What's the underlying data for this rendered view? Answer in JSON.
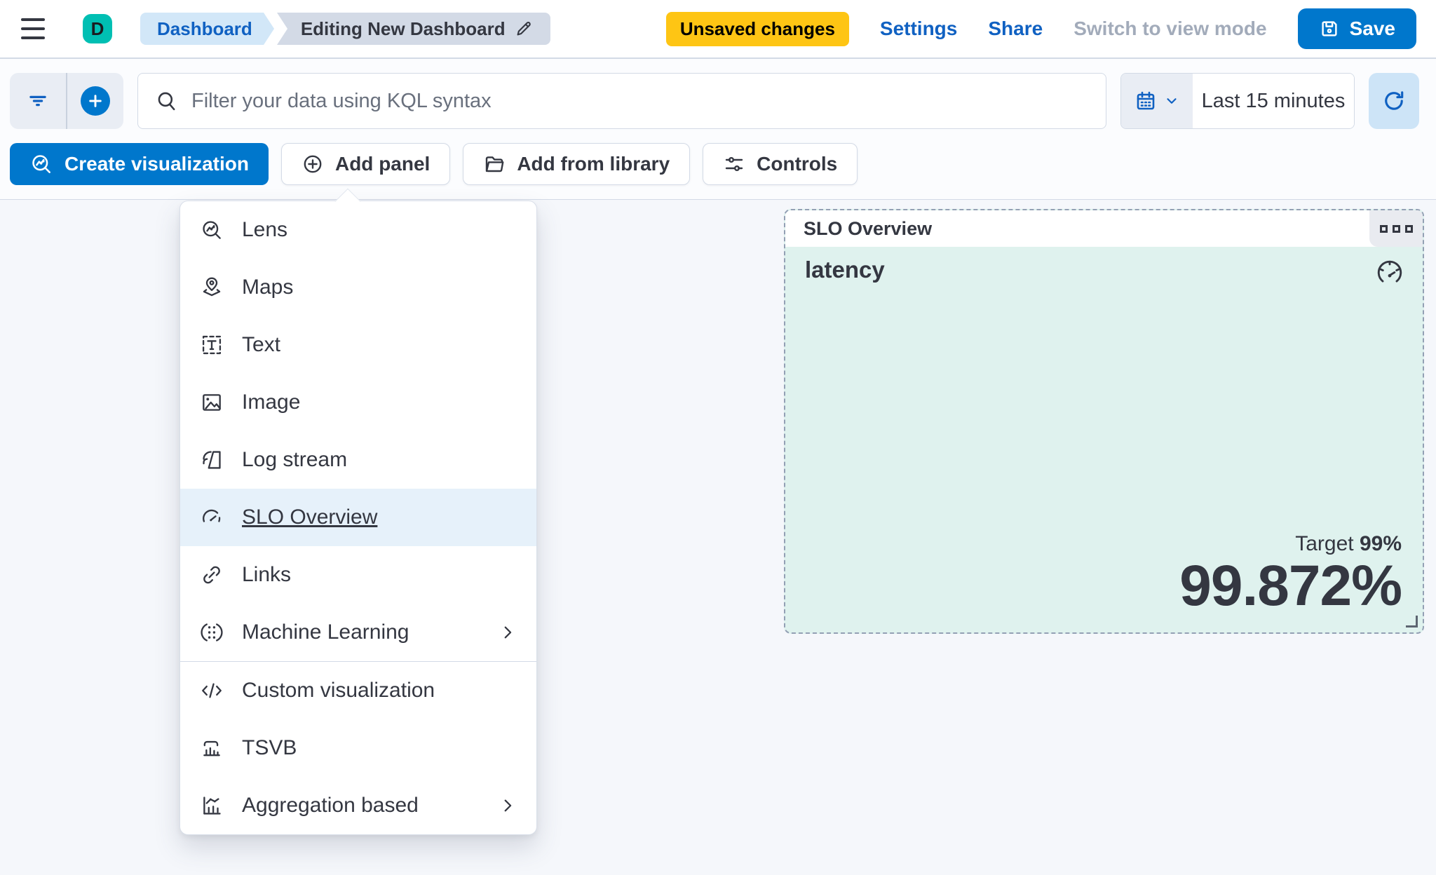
{
  "header": {
    "avatar_letter": "D",
    "breadcrumbs": {
      "level1": "Dashboard",
      "level2": "Editing New Dashboard"
    },
    "unsaved_badge": "Unsaved changes",
    "settings_label": "Settings",
    "share_label": "Share",
    "view_mode_label": "Switch to view mode",
    "save_label": "Save"
  },
  "toolbar": {
    "kql_placeholder": "Filter your data using KQL syntax",
    "time_range": "Last 15 minutes"
  },
  "actions": {
    "create_visualization": "Create visualization",
    "add_panel": "Add panel",
    "add_from_library": "Add from library",
    "controls": "Controls"
  },
  "add_panel_menu": {
    "items": [
      {
        "label": "Lens",
        "icon": "lens-icon"
      },
      {
        "label": "Maps",
        "icon": "maps-icon"
      },
      {
        "label": "Text",
        "icon": "text-icon"
      },
      {
        "label": "Image",
        "icon": "image-icon"
      },
      {
        "label": "Log stream",
        "icon": "log-stream-icon"
      },
      {
        "label": "SLO Overview",
        "icon": "gauge-icon",
        "highlighted": true
      },
      {
        "label": "Links",
        "icon": "link-icon"
      },
      {
        "label": "Machine Learning",
        "icon": "machine-learning-icon",
        "has_submenu": true
      },
      {
        "label": "Custom visualization",
        "icon": "code-icon",
        "divider_before": true
      },
      {
        "label": "TSVB",
        "icon": "tsvb-icon"
      },
      {
        "label": "Aggregation based",
        "icon": "aggregation-icon",
        "has_submenu": true
      }
    ]
  },
  "slo_panel": {
    "title": "SLO Overview",
    "metric_name": "latency",
    "target_label": "Target",
    "target_value": "99%",
    "value": "99.872%"
  },
  "colors": {
    "primary_blue": "#0077cc",
    "link_blue": "#1061c2",
    "warning_yellow": "#fec514",
    "avatar_teal": "#00bfb3",
    "panel_mint": "#dff2ee",
    "text_dark": "#343741"
  }
}
